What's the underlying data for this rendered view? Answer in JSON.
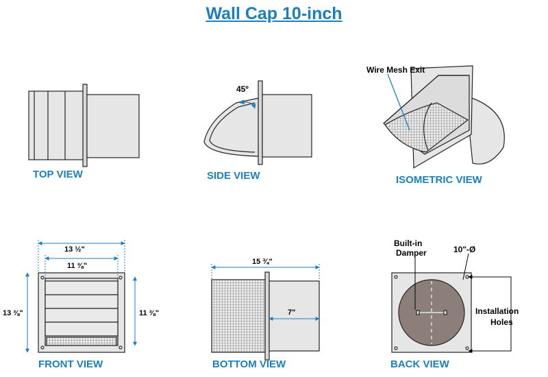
{
  "title": "Wall Cap 10-inch",
  "views": {
    "top": "TOP VIEW",
    "side": "SIDE VIEW",
    "isometric": "ISOMETRIC VIEW",
    "front": "FRONT VIEW",
    "bottom": "BOTTOM VIEW",
    "back": "BACK VIEW"
  },
  "annotations": {
    "angle": "45º",
    "wire_mesh": "Wire Mesh Exit",
    "built_in_damper_1": "Built-in",
    "built_in_damper_2": "Damper",
    "diameter": "10\"-Ø",
    "installation_holes_1": "Installation",
    "installation_holes_2": "Holes"
  },
  "dimensions": {
    "front_outer_width": "13 ½\"",
    "front_inner_width": "11 ⅜\"",
    "front_outer_height": "13 ⅜\"",
    "front_inner_height": "11 ⅜\"",
    "bottom_total_depth": "15 ¾\"",
    "bottom_duct_depth": "7\""
  },
  "colors": {
    "accent": "#1a7fbf",
    "metal": "#e6e6e6",
    "damper": "#8c7f7a",
    "outline": "#222222"
  }
}
